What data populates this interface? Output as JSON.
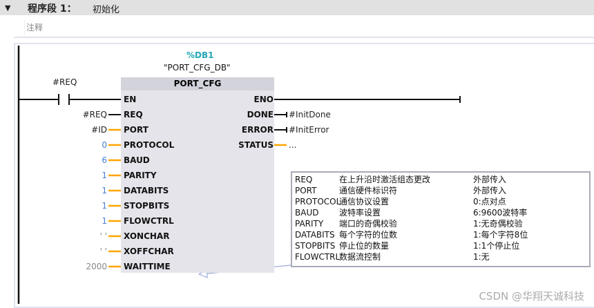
{
  "network": {
    "title": "程序段 1：",
    "name": "初始化",
    "comment_placeholder": "注释"
  },
  "instance": {
    "db_number": "%DB1",
    "db_name": "\"PORT_CFG_DB\""
  },
  "contact": {
    "label": "#REQ"
  },
  "block": {
    "name": "PORT_CFG",
    "inputs": [
      {
        "pin": "EN",
        "value": ""
      },
      {
        "pin": "REQ",
        "value": "#REQ"
      },
      {
        "pin": "PORT",
        "value": "#ID"
      },
      {
        "pin": "PROTOCOL",
        "value": "0"
      },
      {
        "pin": "BAUD",
        "value": "6"
      },
      {
        "pin": "PARITY",
        "value": "1"
      },
      {
        "pin": "DATABITS",
        "value": "1"
      },
      {
        "pin": "STOPBITS",
        "value": "1"
      },
      {
        "pin": "FLOWCTRL",
        "value": "1"
      },
      {
        "pin": "XONCHAR",
        "value": "' '"
      },
      {
        "pin": "XOFFCHAR",
        "value": "' '"
      },
      {
        "pin": "WAITTIME",
        "value": "2000"
      }
    ],
    "outputs": [
      {
        "pin": "ENO",
        "value": ""
      },
      {
        "pin": "DONE",
        "value": "#InitDone"
      },
      {
        "pin": "ERROR",
        "value": "#InitError"
      },
      {
        "pin": "STATUS",
        "value": "..."
      }
    ]
  },
  "info_table": [
    {
      "param": "REQ",
      "desc": "在上升沿时激活组态更改",
      "value": "外部传入"
    },
    {
      "param": "PORT",
      "desc": "通信硬件标识符",
      "value": "外部传入"
    },
    {
      "param": "PROTOCOL",
      "desc": "通信协议设置",
      "value": "0:点对点"
    },
    {
      "param": "BAUD",
      "desc": "波特率设置",
      "value": "6:9600波特率"
    },
    {
      "param": "PARITY",
      "desc": "端口的奇偶校验",
      "value": "1:无奇偶校验"
    },
    {
      "param": "DATABITS",
      "desc": "每个字符的位数",
      "value": "1:每个字符8位"
    },
    {
      "param": "STOPBITS",
      "desc": "停止位的数量",
      "value": "1:1个停止位"
    },
    {
      "param": "FLOWCTRL",
      "desc": "数据流控制",
      "value": "1:无"
    }
  ],
  "watermark": "CSDN @华翔天诚科技",
  "colors": {
    "orange": "#ffa500",
    "teal": "#23a7b5",
    "blue_value": "#4a7fd0"
  }
}
